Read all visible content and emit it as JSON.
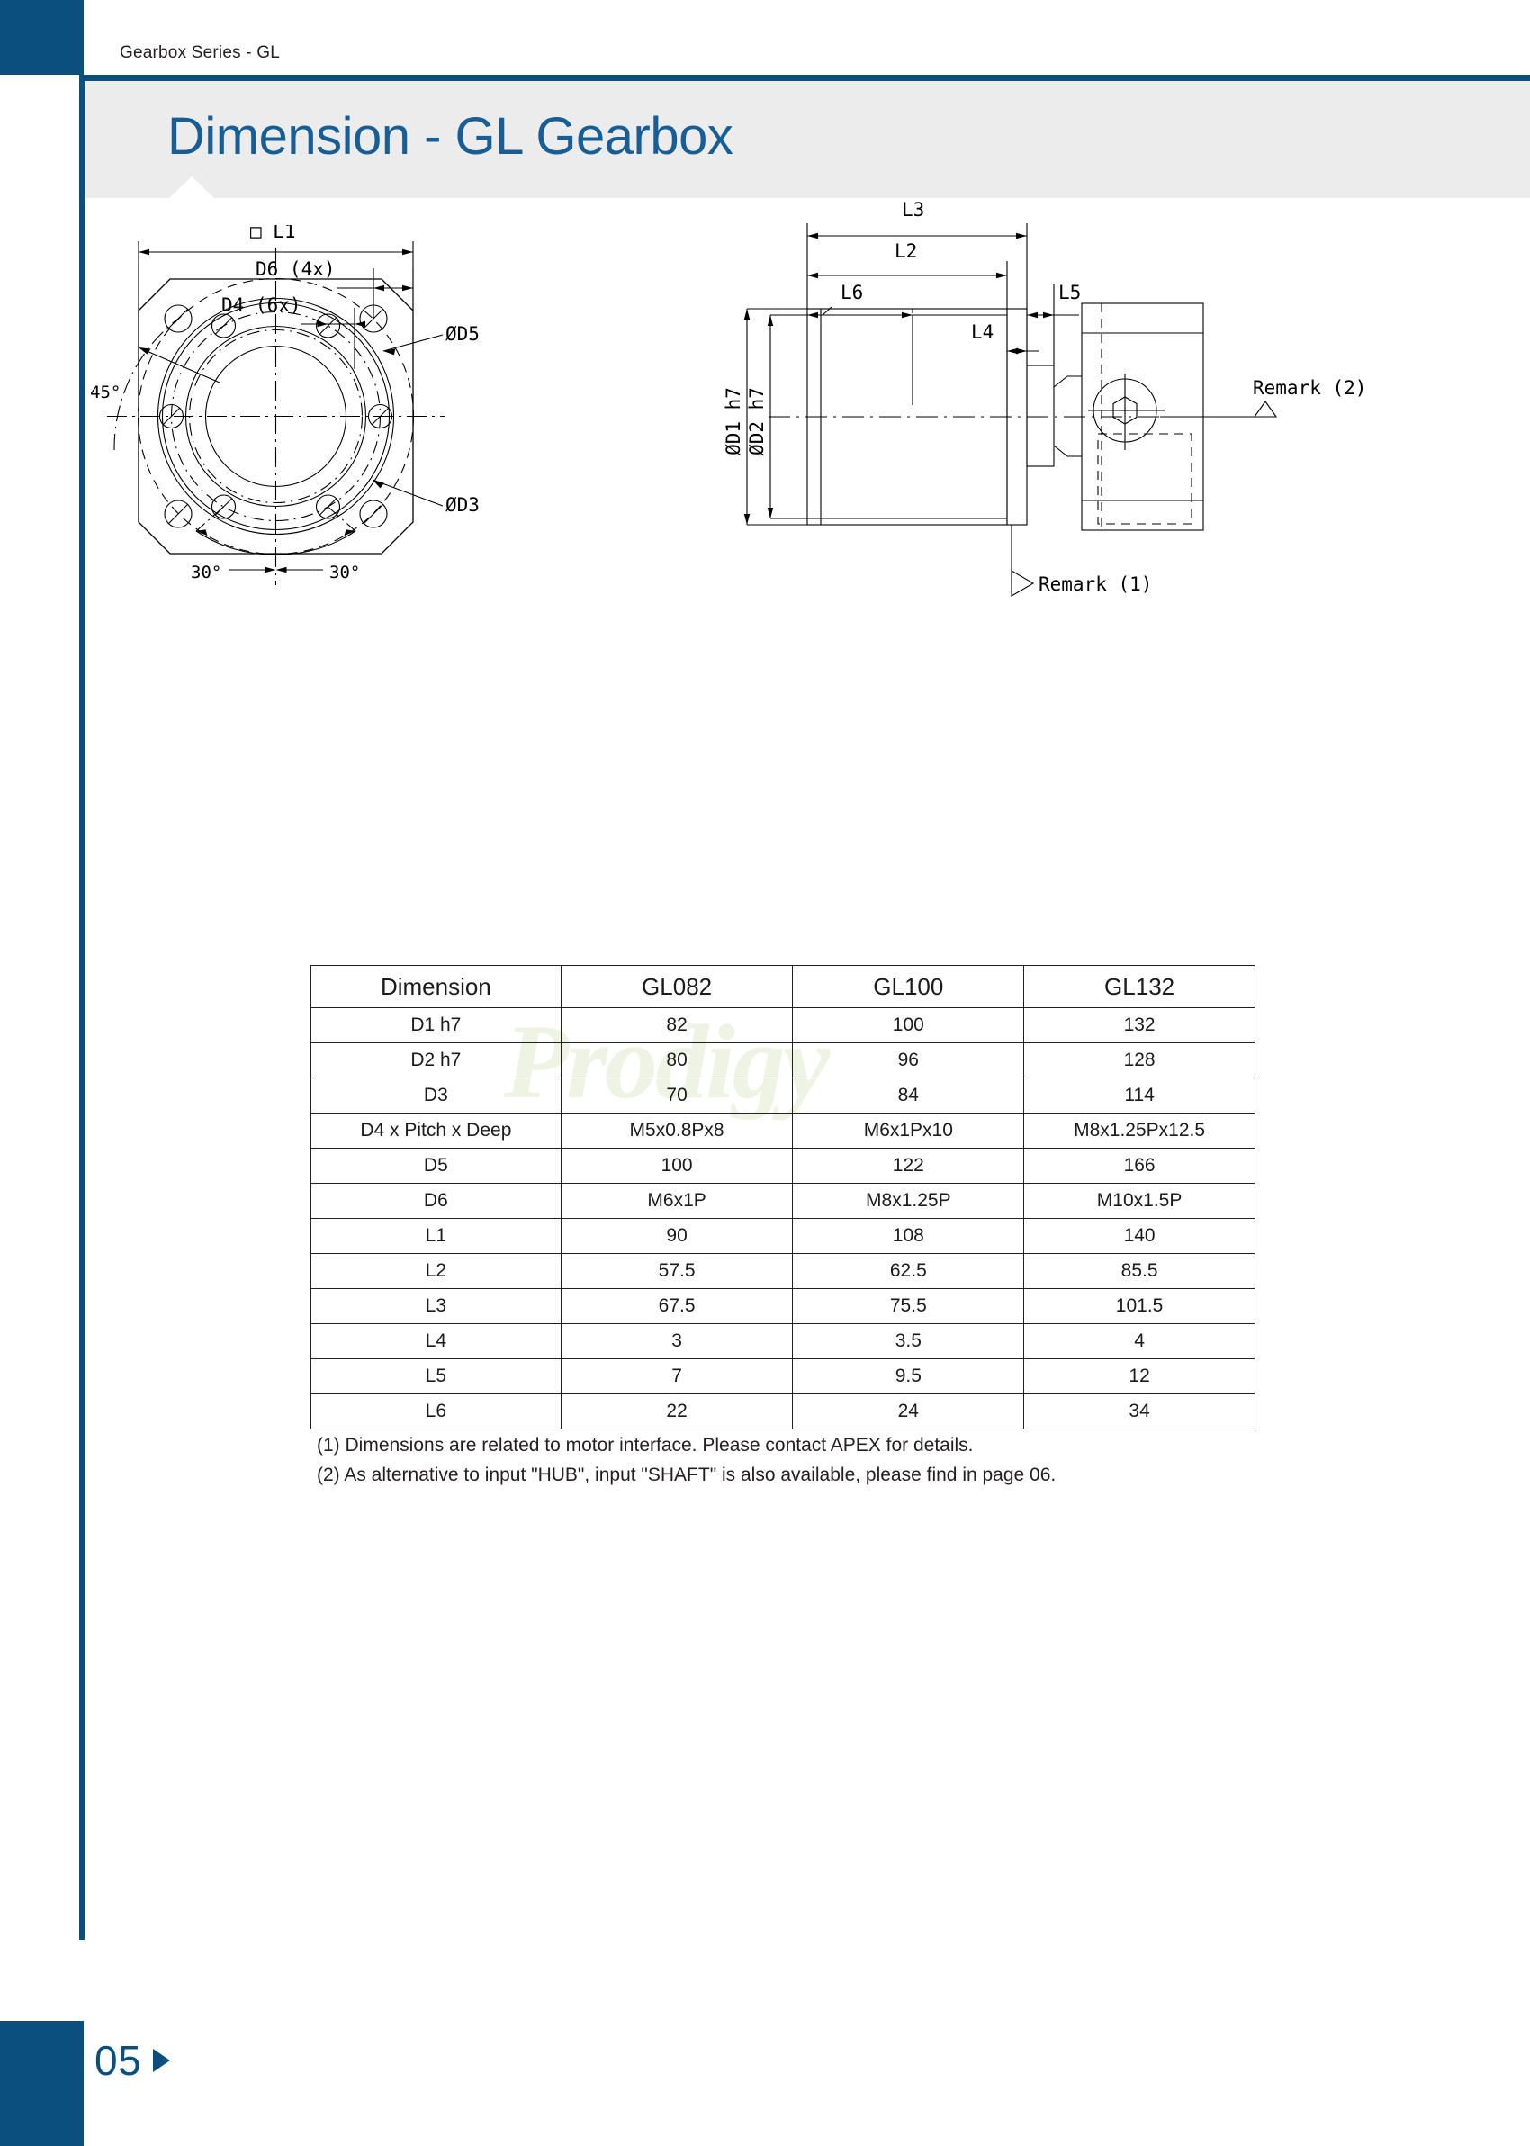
{
  "header": {
    "breadcrumb": "Gearbox Series - GL",
    "title": "Dimension - GL Gearbox"
  },
  "footer": {
    "page_number": "05",
    "arrow_icon": "triangle-right-icon"
  },
  "watermark": "Prodigy",
  "drawing_front": {
    "label_l1": "□ L1",
    "label_d6": "D6 (4x)",
    "label_d4": "D4 (6x)",
    "label_45": "45°",
    "label_30_left": "30°",
    "label_30_right": "30°",
    "label_d5": "ØD5",
    "label_d3": "ØD3"
  },
  "drawing_side": {
    "label_l3": "L3",
    "label_l2": "L2",
    "label_l6": "L6",
    "label_l5": "L5",
    "label_l4": "L4",
    "label_d1": "ØD1 h7",
    "label_d2": "ØD2 h7",
    "label_remark2": "Remark (2)",
    "label_remark1": "Remark (1)"
  },
  "table": {
    "columns": [
      "Dimension",
      "GL082",
      "GL100",
      "GL132"
    ],
    "rows": [
      {
        "label": "D1 h7",
        "gl082": "82",
        "gl100": "100",
        "gl132": "132"
      },
      {
        "label": "D2 h7",
        "gl082": "80",
        "gl100": "96",
        "gl132": "128"
      },
      {
        "label": "D3",
        "gl082": "70",
        "gl100": "84",
        "gl132": "114"
      },
      {
        "label": "D4 x Pitch x Deep",
        "gl082": "M5x0.8Px8",
        "gl100": "M6x1Px10",
        "gl132": "M8x1.25Px12.5"
      },
      {
        "label": "D5",
        "gl082": "100",
        "gl100": "122",
        "gl132": "166"
      },
      {
        "label": "D6",
        "gl082": "M6x1P",
        "gl100": "M8x1.25P",
        "gl132": "M10x1.5P"
      },
      {
        "label": "L1",
        "gl082": "90",
        "gl100": "108",
        "gl132": "140"
      },
      {
        "label": "L2",
        "gl082": "57.5",
        "gl100": "62.5",
        "gl132": "85.5"
      },
      {
        "label": "L3",
        "gl082": "67.5",
        "gl100": "75.5",
        "gl132": "101.5"
      },
      {
        "label": "L4",
        "gl082": "3",
        "gl100": "3.5",
        "gl132": "4"
      },
      {
        "label": "L5",
        "gl082": "7",
        "gl100": "9.5",
        "gl132": "12"
      },
      {
        "label": "L6",
        "gl082": "22",
        "gl100": "24",
        "gl132": "34"
      }
    ]
  },
  "notes": [
    "(1) Dimensions are related to motor interface. Please contact APEX for details.",
    "(2) As alternative to input \"HUB\", input \"SHAFT\" is also available, please find in page 06."
  ],
  "colors": {
    "brand_blue": "#0b4f7f",
    "title_blue": "#175d96",
    "band_gray": "#ececec",
    "line_black": "#000000"
  }
}
